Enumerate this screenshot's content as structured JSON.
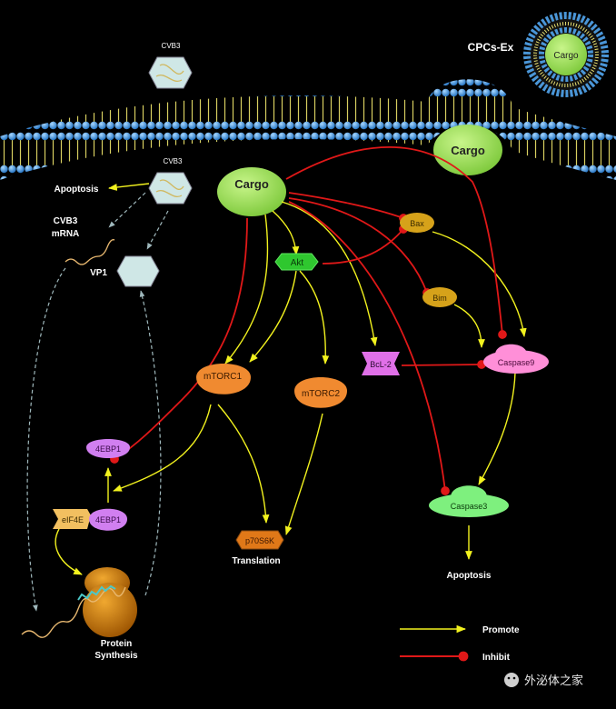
{
  "labels": {
    "cvb3_top": "CVB3",
    "cvb3_inside": "CVB3",
    "cpcs_ex": "CPCs-Ex",
    "cargo_vesicle": "Cargo",
    "cargo_budding": "Cargo",
    "cargo_main": "Cargo",
    "apoptosis_left": "Apoptosis",
    "cvb3_mrna_line1": "CVB3",
    "cvb3_mrna_line2": "mRNA",
    "vp1": "VP1",
    "akt": "Akt",
    "bax": "Bax",
    "bim": "Bim",
    "bcl2": "BcL-2",
    "caspase9": "Caspase9",
    "caspase3": "Caspase3",
    "mtorc1": "mTORC1",
    "mtorc2": "mTORC2",
    "ebp1_top": "4EBP1",
    "eif4e": "eIF4E",
    "ebp1_bottom": "4EBP1",
    "p70s6k": "p70S6K",
    "translation": "Translation",
    "apoptosis_right": "Apoptosis",
    "protein_line1": "Protein",
    "protein_line2": "Synthesis"
  },
  "legend": {
    "promote": "Promote",
    "inhibit": "Inhibit"
  },
  "watermark": "外泌体之家",
  "colors": {
    "background": "#000000",
    "promote_arrow": "#f2f21e",
    "inhibit_arrow": "#e01818",
    "cargo_green": "#9fe05a",
    "membrane_blue": "#3b8ed8",
    "membrane_tail": "#e8e070",
    "akt_green": "#33cc33",
    "mtorc_orange": "#f08a30",
    "caspase_pink": "#ff8fd8",
    "caspase3_green": "#7ef07e",
    "ebp1_purple": "#d17ff0",
    "bax_gold": "#d6a21a",
    "bcl2_magenta": "#e070e8",
    "p70_orange": "#e07818",
    "ribosome_brown": "#c8780a",
    "dashed_gray": "#9fb8bc"
  }
}
